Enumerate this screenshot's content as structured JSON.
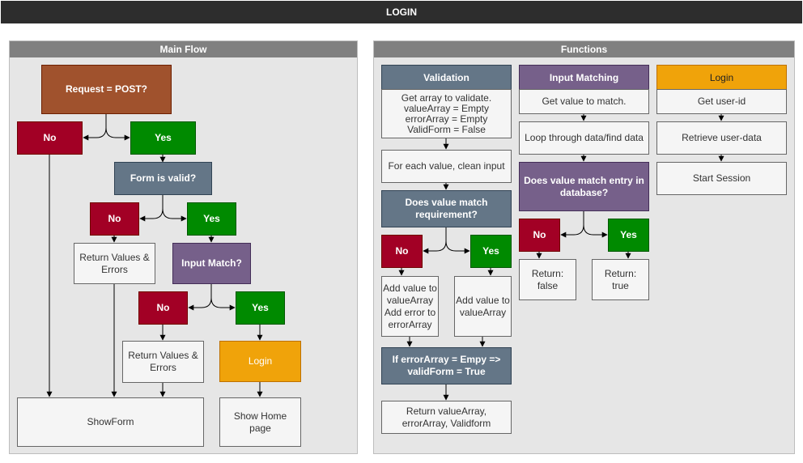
{
  "title": "LOGIN",
  "main_flow": {
    "header": "Main Flow",
    "request": "Request = POST?",
    "no1": "No",
    "yes1": "Yes",
    "form_valid": "Form is valid?",
    "no2": "No",
    "yes2": "Yes",
    "return_values_1": "Return Values & Errors",
    "input_match": "Input Match?",
    "no3": "No",
    "yes3": "Yes",
    "return_values_2": "Return Values & Errors",
    "login": "Login",
    "show_form": "ShowForm",
    "show_home": "Show Home page"
  },
  "functions": {
    "header": "Functions",
    "validation": {
      "title": "Validation",
      "lines": [
        "Get array to validate.",
        "valueArray = Empty",
        "errorArray = Empty",
        "ValidForm = False"
      ],
      "for_each": "For each value, clean input",
      "requirement": "Does value match requirement?",
      "no": "No",
      "yes": "Yes",
      "no_result": "Add value to valueArray Add error to errorArray",
      "yes_result": "Add value to valueArray",
      "check": "If errorArray = Empy => validForm = True",
      "return": "Return valueArray, errorArray, Validform"
    },
    "input_matching": {
      "title": "Input Matching",
      "get_value": "Get value to match.",
      "loop": "Loop through data/find data",
      "question": "Does value match entry in database?",
      "no": "No",
      "yes": "Yes",
      "return_false": "Return: false",
      "return_true": "Return: true"
    },
    "login": {
      "title": "Login",
      "get_user": "Get user-id",
      "retrieve": "Retrieve user-data",
      "start": "Start Session"
    }
  }
}
